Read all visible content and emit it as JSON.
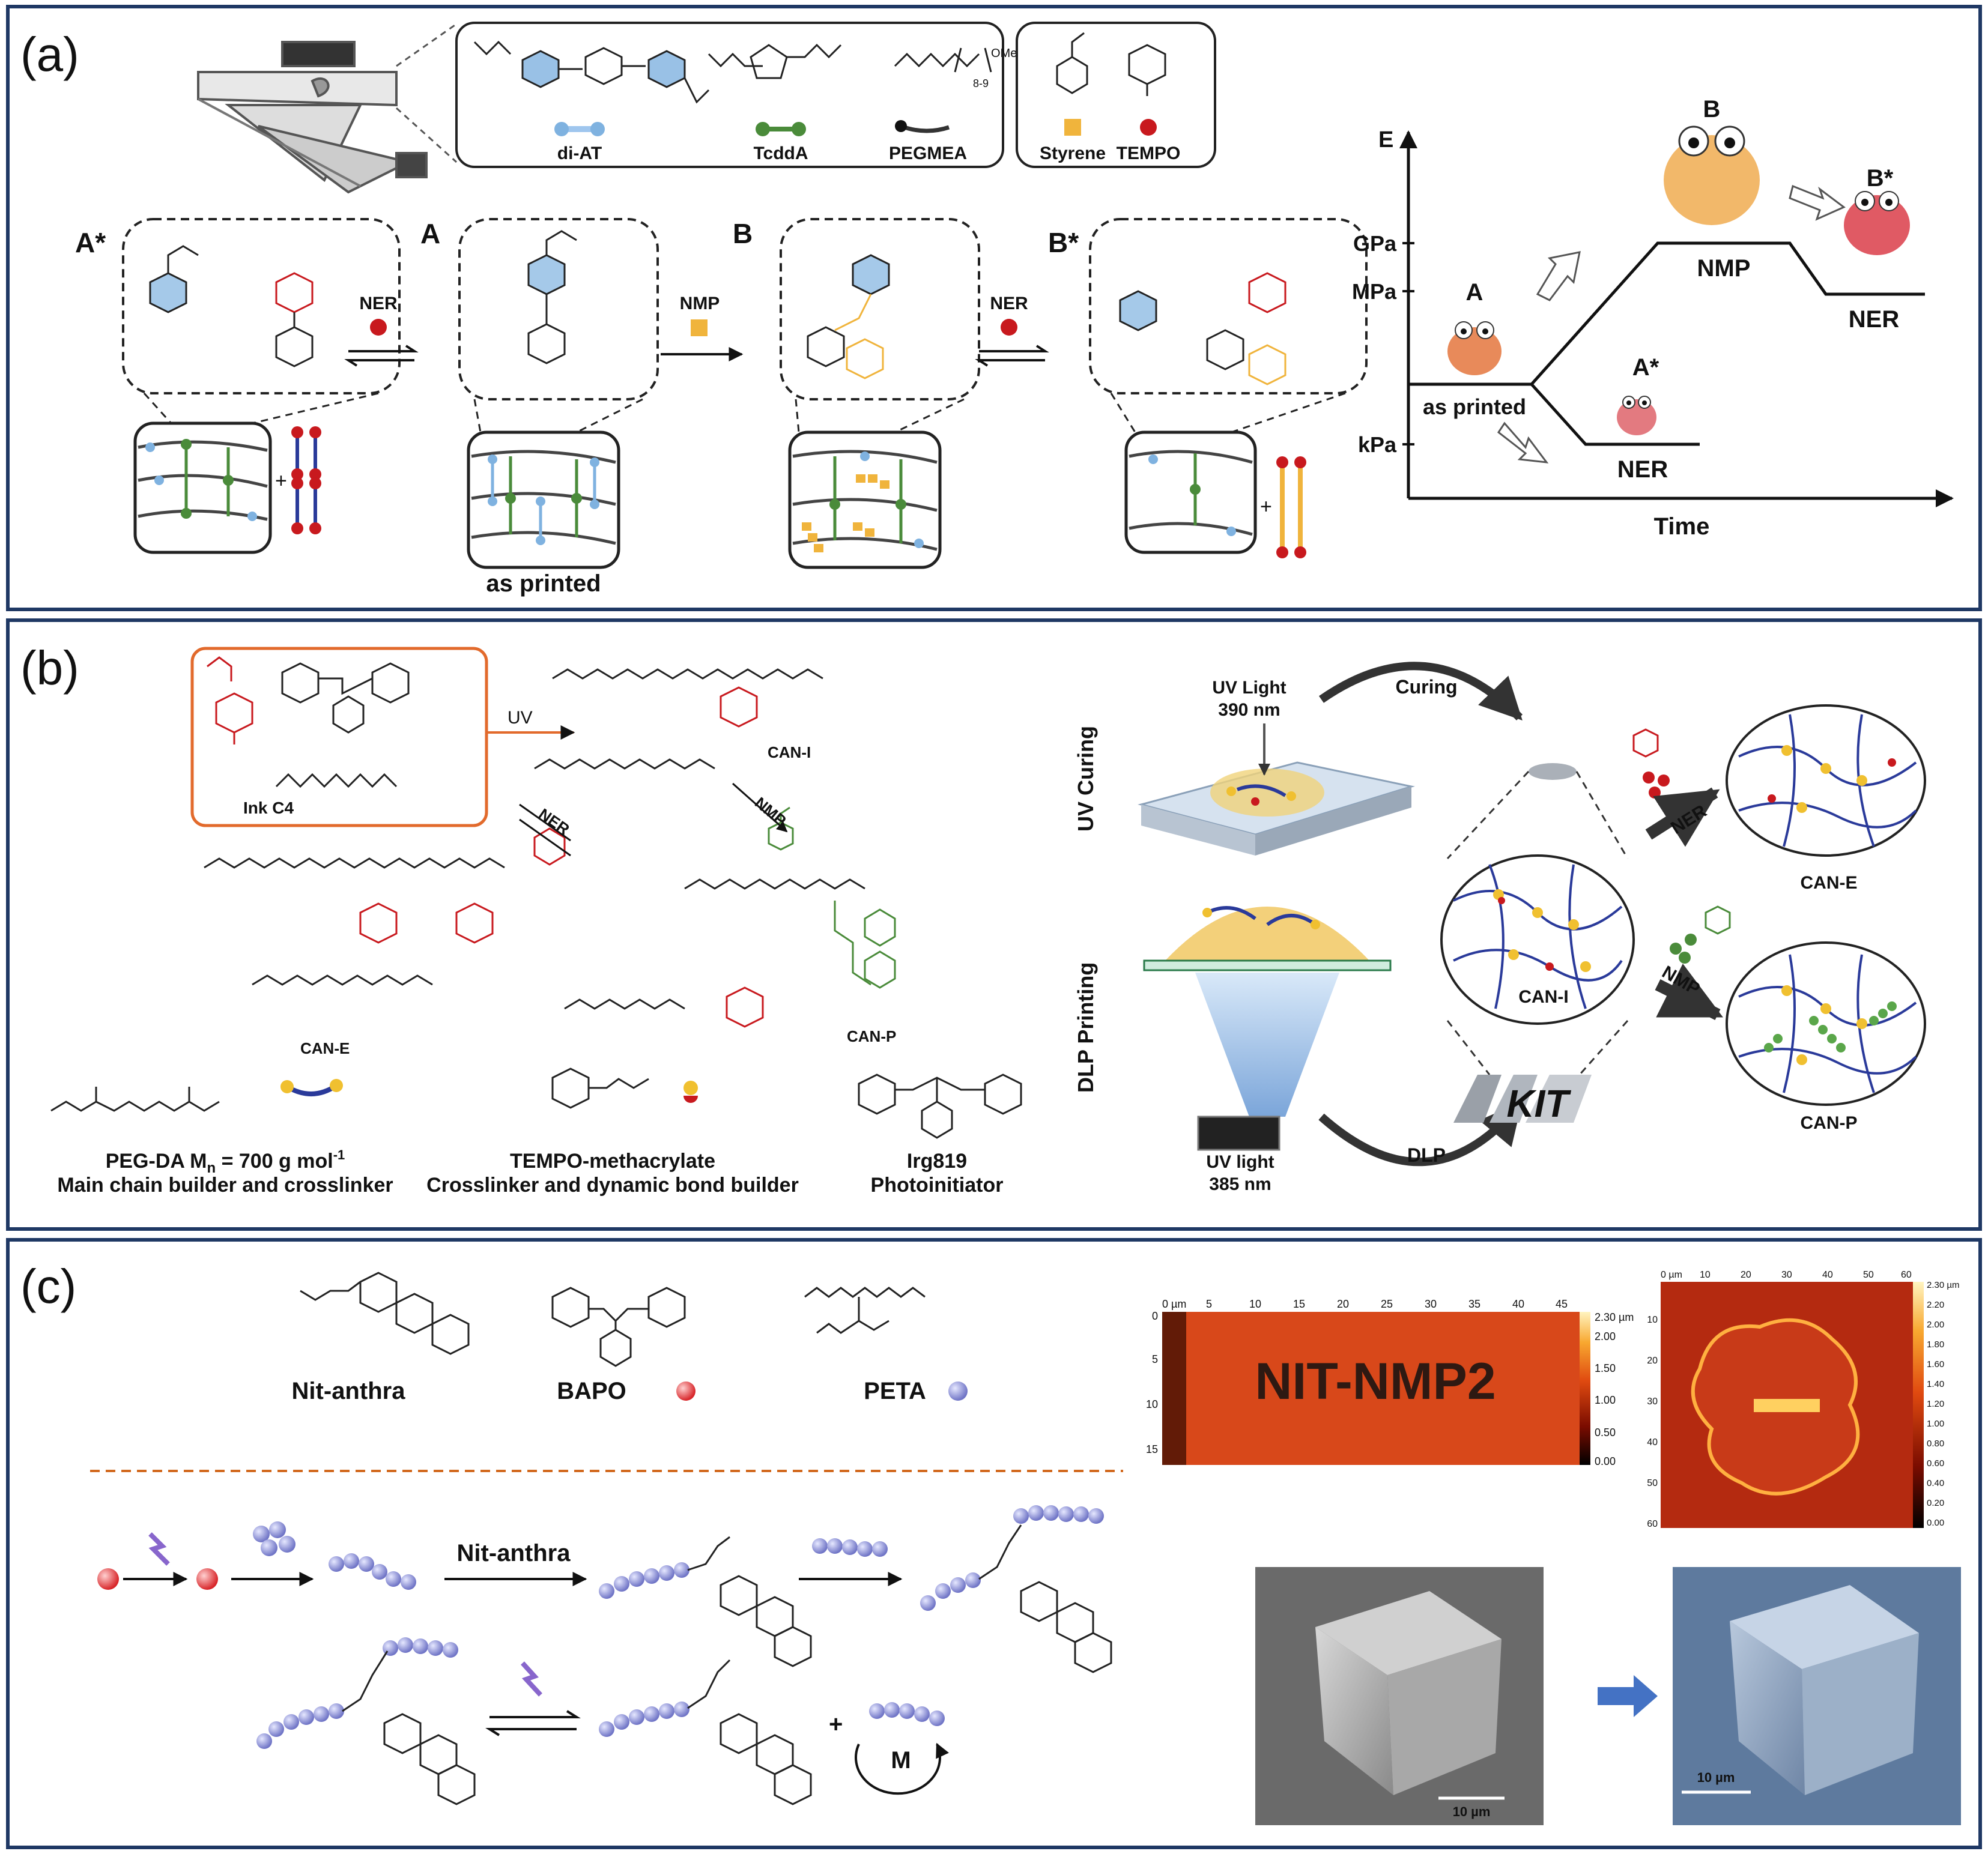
{
  "panel_a": {
    "label": "(a)",
    "monomers": {
      "diat": "di-AT",
      "tcdda": "TcddA",
      "pegmea": "PEGMEA",
      "styrene": "Styrene",
      "tempo": "TEMPO",
      "ome": "OMe",
      "sub": "8-9"
    },
    "states": {
      "a_star": "A*",
      "a": "A",
      "b": "B",
      "b_star": "B*"
    },
    "arrows": {
      "ner1": "NER",
      "nmp": "NMP",
      "ner2": "NER"
    },
    "as_printed": "as printed",
    "energy": {
      "y_axis": "E",
      "x_axis": "Time",
      "ticks": [
        "GPa",
        "MPa",
        "kPa"
      ],
      "labels": {
        "a": "A",
        "b": "B",
        "b_star": "B*",
        "a_star": "A*",
        "as_printed": "as printed",
        "nmp": "NMP",
        "ner_top": "NER",
        "ner_bottom": "NER"
      }
    }
  },
  "panel_b": {
    "label": "(b)",
    "ink": "Ink C4",
    "uv": "UV",
    "can_i": "CAN-I",
    "can_e": "CAN-E",
    "can_p": "CAN-P",
    "ner": "NER",
    "nmp": "NMP",
    "components": [
      {
        "name": "PEG-DA M",
        "sub": "n",
        "rest": " = 700 g mol",
        "sup": "-1",
        "role": "Main chain builder and crosslinker"
      },
      {
        "name": "TEMPO-methacrylate",
        "role": "Crosslinker and dynamic bond builder"
      },
      {
        "name": "Irg819",
        "role": "Photoinitiator"
      }
    ],
    "process": {
      "uv_curing": "UV Curing",
      "dlp_printing": "DLP Printing",
      "uv_light_1": "UV Light",
      "nm_1": "390 nm",
      "uv_light_2": "UV light",
      "nm_2": "385 nm",
      "curing": "Curing",
      "dlp": "DLP",
      "can_i": "CAN-I",
      "can_e": "CAN-E",
      "can_p": "CAN-P",
      "ner": "NER",
      "nmp": "NMP",
      "logo": "KIT"
    }
  },
  "panel_c": {
    "label": "(c)",
    "compounds": {
      "nit": "Nit-anthra",
      "bapo": "BAPO",
      "peta": "PETA"
    },
    "arrow_label": "Nit-anthra",
    "m_label": "M",
    "plus": "+",
    "afm1": {
      "x_ticks": [
        "0 µm",
        "5",
        "10",
        "15",
        "20",
        "25",
        "30",
        "35",
        "40",
        "45"
      ],
      "y_ticks": [
        "0",
        "5",
        "10",
        "15"
      ],
      "scale": [
        "2.30 µm",
        "2.00",
        "1.50",
        "1.00",
        "0.50",
        "0.00"
      ],
      "text": "NIT-NMP2"
    },
    "afm2": {
      "x_ticks": [
        "0 µm",
        "10",
        "20",
        "30",
        "40",
        "50",
        "60"
      ],
      "y_ticks": [
        "10",
        "20",
        "30",
        "40",
        "50",
        "60"
      ],
      "scale": [
        "2.30 µm",
        "2.20",
        "2.00",
        "1.80",
        "1.60",
        "1.40",
        "1.20",
        "1.00",
        "0.80",
        "0.60",
        "0.40",
        "0.20",
        "0.00"
      ]
    },
    "sem": {
      "bar1": "10 µm",
      "bar2": "10 µm"
    }
  },
  "colors": {
    "frame": "#1f3864",
    "green": "#4a8b3a",
    "blue": "#7fb2e0",
    "red": "#c8191e",
    "orange": "#f0b43c",
    "orange_border": "#e26a2c",
    "purple": "#8866cc"
  }
}
